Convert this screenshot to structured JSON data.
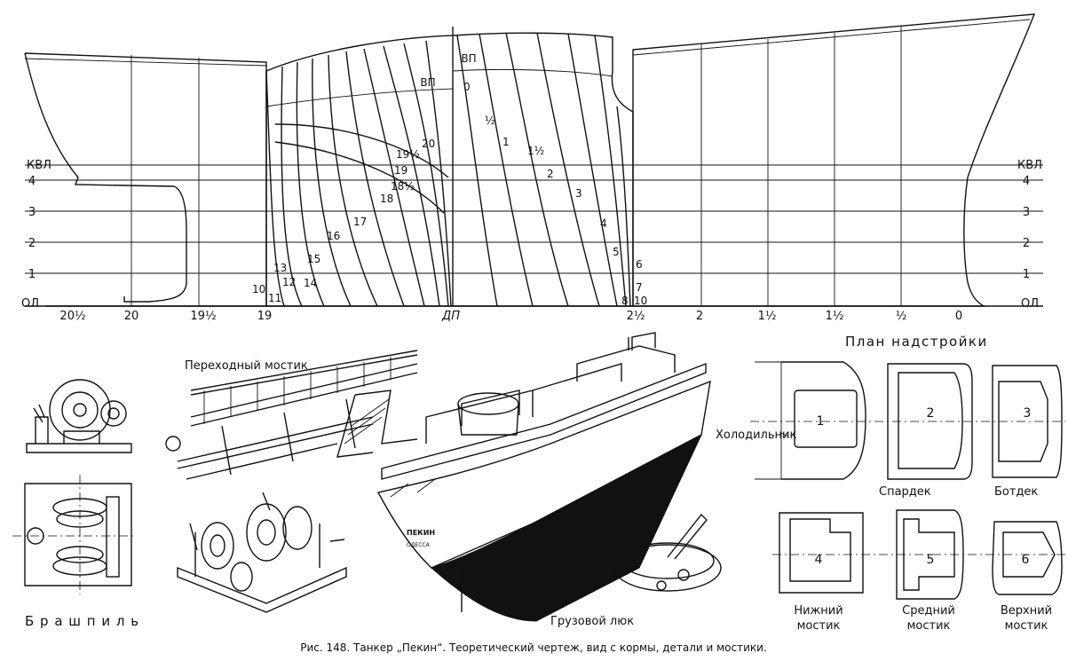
{
  "body_plan": {
    "waterlines_left": [
      "КВЛ",
      "4",
      "3",
      "2",
      "1",
      "ОЛ"
    ],
    "waterlines_right": [
      "КВЛ",
      "4",
      "3",
      "2",
      "1",
      "ОЛ"
    ],
    "bottom_scale": [
      "20½",
      "20",
      "19½",
      "19",
      "ДП",
      "2½",
      "2",
      "1½",
      "1½",
      "½",
      "0"
    ],
    "vp_labels": [
      "ВП",
      "ВП"
    ],
    "aft_stations": [
      "20",
      "19½",
      "19",
      "18½",
      "18",
      "17",
      "16",
      "15",
      "14",
      "13",
      "12",
      "11",
      "10"
    ],
    "fwd_stations": [
      "0",
      "½",
      "1",
      "1½",
      "2",
      "3",
      "4",
      "5",
      "6",
      "7",
      "8",
      "10"
    ]
  },
  "details": {
    "perekhodny": "Переходный мостик",
    "brashpil": "Б р а ш п и л ь",
    "gruzovoy": "Грузовой люк",
    "ship_name": "ПЕКИН",
    "ship_port": "ОДЕССА"
  },
  "plan": {
    "title": "План надстройки",
    "holodilnik": "Холодильник",
    "numbers": [
      "1",
      "2",
      "3",
      "4",
      "5",
      "6"
    ],
    "spardek": "Спардек",
    "botdek": "Ботдек",
    "nizhny_1": "Нижний",
    "nizhny_2": "мостик",
    "sredny_1": "Средний",
    "sredny_2": "мостик",
    "verkhny_1": "Верхний",
    "verkhny_2": "мостик"
  },
  "caption": "Рис. 148. Танкер „Пекин“. Теоретический чертеж, вид с кормы, детали и мостики."
}
